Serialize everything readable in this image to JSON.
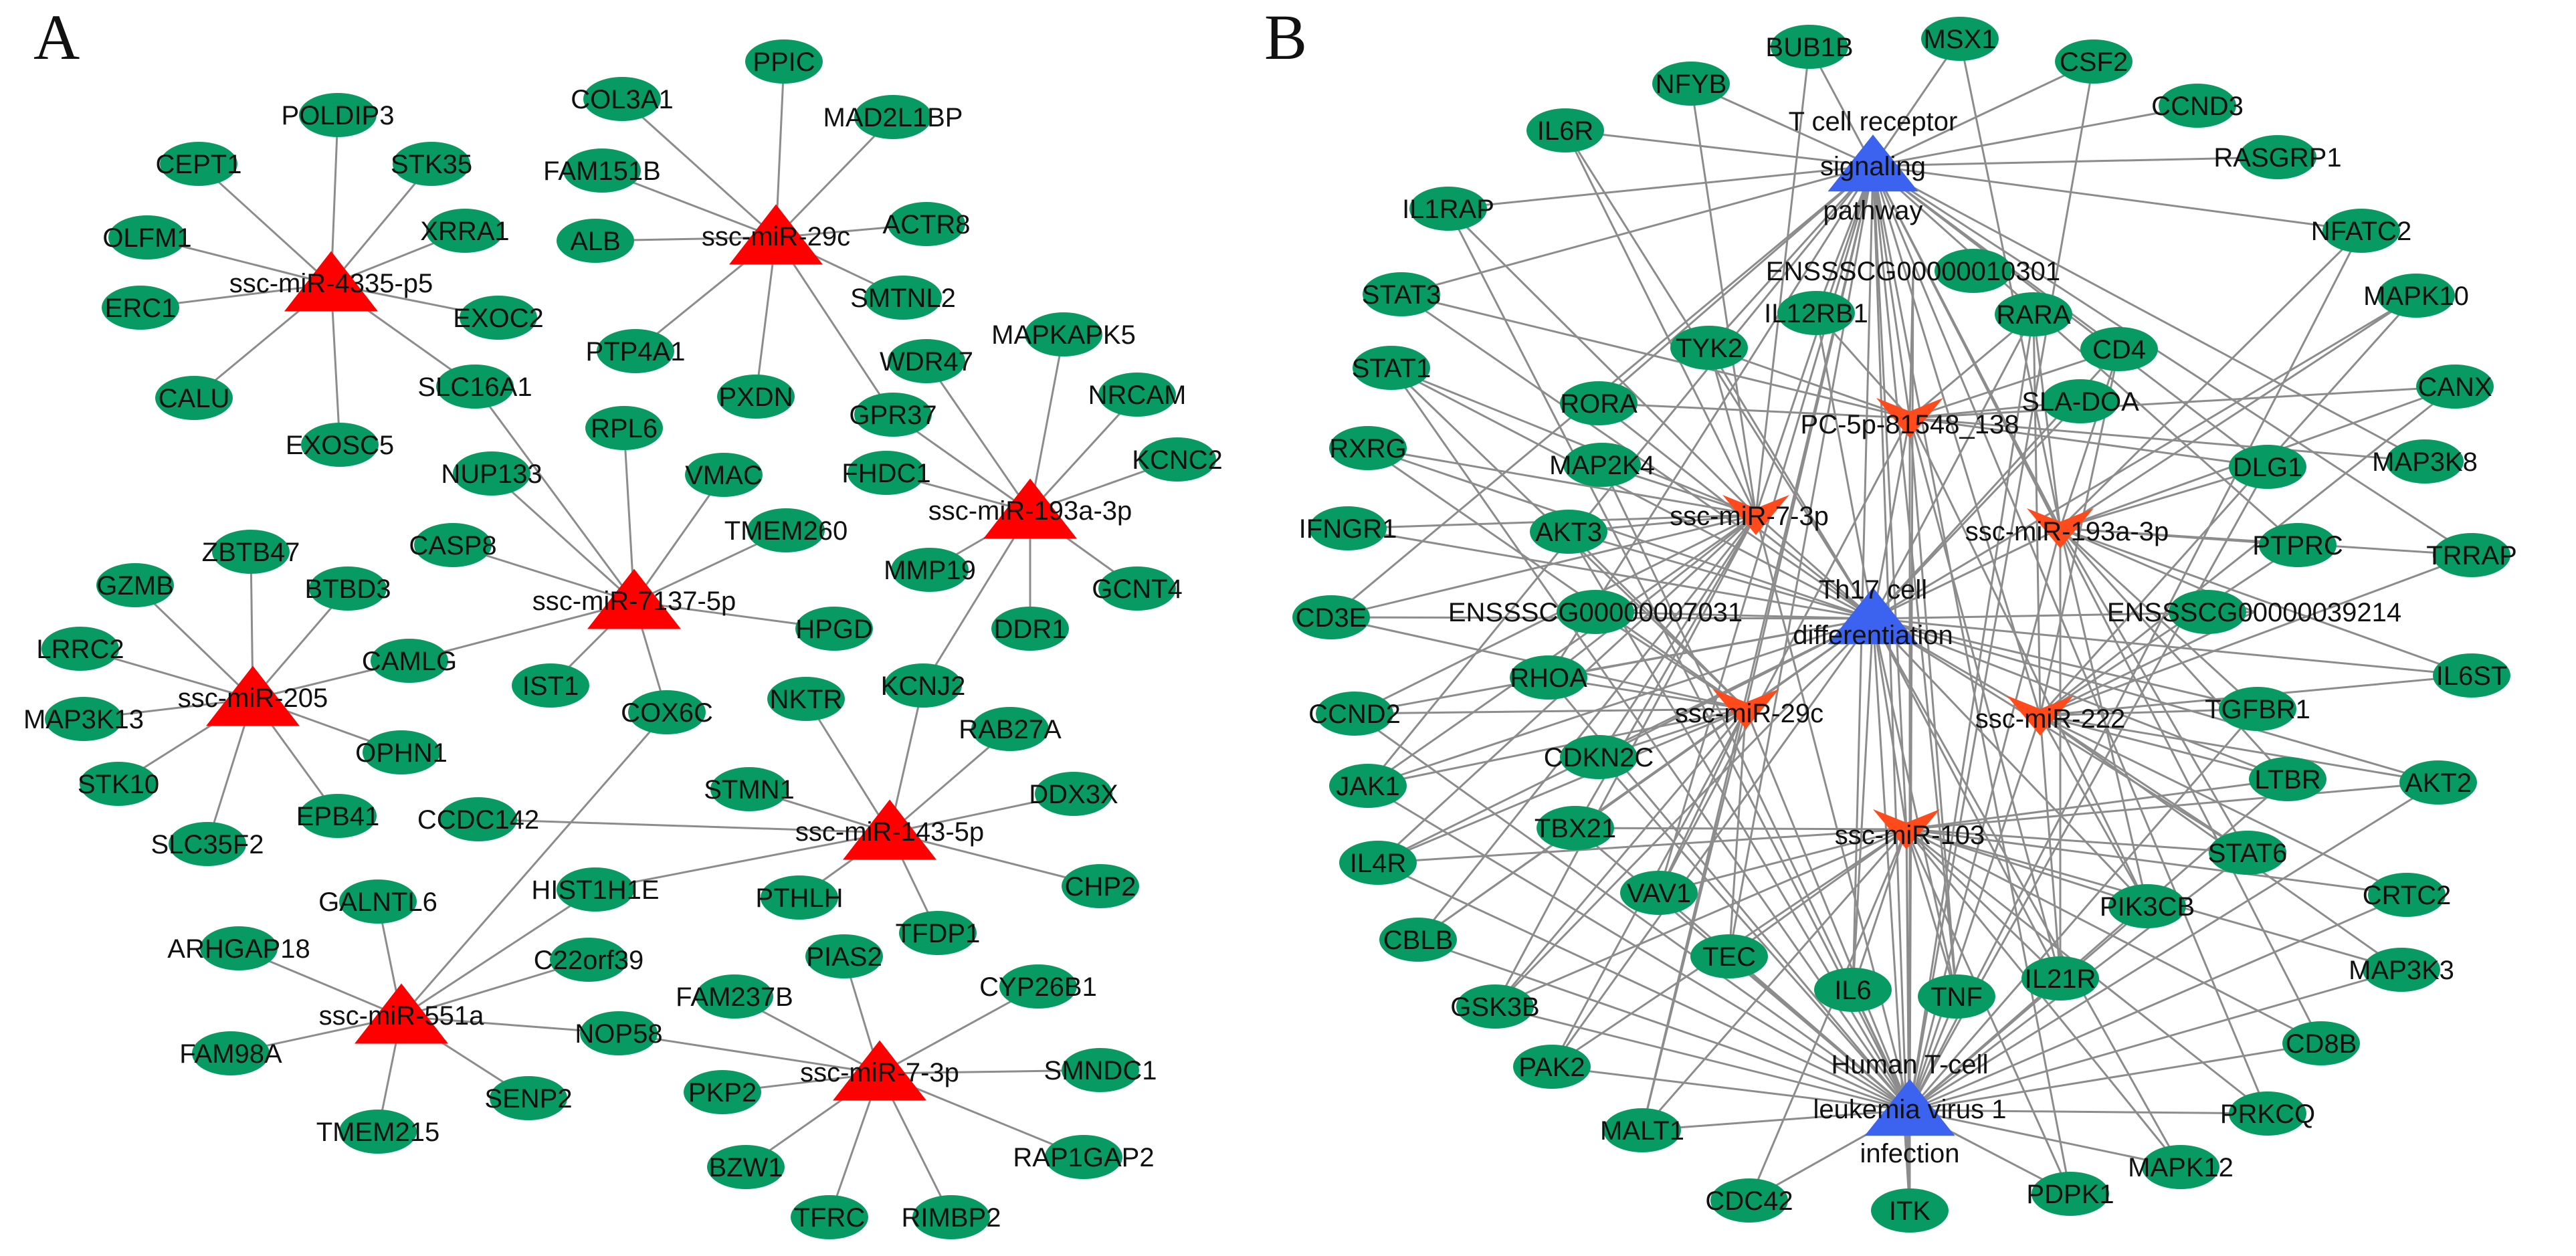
{
  "colors": {
    "gene_node": "#079b63",
    "mirna_triangle_panel_a": "#ff0000",
    "mirna_vshape_panel_b": "#ff4a1c",
    "pathway_triangle": "#3b63f0",
    "edge": "#8c8c8c"
  },
  "panels": [
    {
      "letter": "A",
      "mirnas": [
        {
          "id": "m4335",
          "label": "ssc-miR-4335-p5",
          "targets": [
            "POLDIP3",
            "STK35",
            "XRRA1",
            "EXOC2",
            "EXOSC5",
            "CALU",
            "ERC1",
            "OLFM1",
            "CEPT1",
            "SLC16A1"
          ]
        },
        {
          "id": "m29c",
          "label": "ssc-miR-29c",
          "targets": [
            "PPIC",
            "MAD2L1BP",
            "ACTR8",
            "SMTNL2",
            "GPR37",
            "PXDN",
            "PTP4A1",
            "ALB",
            "FAM151B",
            "COL3A1"
          ]
        },
        {
          "id": "m193a",
          "label": "ssc-miR-193a-3p",
          "targets": [
            "MAPKAPK5",
            "NRCAM",
            "KCNC2",
            "GCNT4",
            "DDR1",
            "MMP19",
            "FHDC1",
            "WDR47",
            "KCNJ2",
            "GPR37"
          ]
        },
        {
          "id": "m7137",
          "label": "ssc-miR-7137-5p",
          "targets": [
            "RPL6",
            "VMAC",
            "TMEM260",
            "HPGD",
            "IST1",
            "COX6C",
            "CAMLG",
            "CASP8",
            "NUP133",
            "SLC16A1"
          ]
        },
        {
          "id": "m205",
          "label": "ssc-miR-205",
          "targets": [
            "ZBTB47",
            "BTBD3",
            "CAMLG",
            "OPHN1",
            "EPB41",
            "SLC35F2",
            "STK10",
            "MAP3K13",
            "LRRC2",
            "GZMB"
          ]
        },
        {
          "id": "m143",
          "label": "ssc-miR-143-5p",
          "targets": [
            "NKTR",
            "RAB27A",
            "DDX3X",
            "CHP2",
            "TFDP1",
            "PTHLH",
            "STMN1",
            "CCDC142",
            "HIST1H1E",
            "KCNJ2"
          ]
        },
        {
          "id": "m551a",
          "label": "ssc-miR-551a",
          "targets": [
            "GALNTL6",
            "C22orf39",
            "NOP58",
            "SENP2",
            "TMEM215",
            "FAM98A",
            "ARHGAP18",
            "COX6C",
            "HIST1H1E"
          ]
        },
        {
          "id": "m73p",
          "label": "ssc-miR-7-3p",
          "targets": [
            "PIAS2",
            "CYP26B1",
            "SMNDC1",
            "RAP1GAP2",
            "RIMBP2",
            "TFRC",
            "BZW1",
            "PKP2",
            "FAM237B",
            "NOP58"
          ]
        }
      ],
      "genes": [
        "POLDIP3",
        "CEPT1",
        "STK35",
        "OLFM1",
        "XRRA1",
        "ERC1",
        "EXOC2",
        "CALU",
        "EXOSC5",
        "PPIC",
        "COL3A1",
        "MAD2L1BP",
        "FAM151B",
        "ALB",
        "ACTR8",
        "SMTNL2",
        "PTP4A1",
        "PXDN",
        "SLC16A1",
        "WDR47",
        "MAPKAPK5",
        "GPR37",
        "NRCAM",
        "KCNC2",
        "FHDC1",
        "RPL6",
        "NUP133",
        "VMAC",
        "CASP8",
        "TMEM260",
        "ZBTB47",
        "GZMB",
        "BTBD3",
        "MMP19",
        "GCNT4",
        "LRRC2",
        "HPGD",
        "DDR1",
        "CAMLG",
        "MAP3K13",
        "IST1",
        "KCNJ2",
        "COX6C",
        "NKTR",
        "RAB27A",
        "OPHN1",
        "STK10",
        "EPB41",
        "STMN1",
        "DDX3X",
        "CCDC142",
        "SLC35F2",
        "HIST1H1E",
        "PTHLH",
        "CHP2",
        "GALNTL6",
        "TFDP1",
        "ARHGAP18",
        "C22orf39",
        "PIAS2",
        "CYP26B1",
        "FAM237B",
        "NOP58",
        "FAM98A",
        "SENP2",
        "PKP2",
        "SMNDC1",
        "TMEM215",
        "BZW1",
        "RAP1GAP2",
        "TFRC",
        "RIMBP2"
      ]
    },
    {
      "letter": "B",
      "pathways": [
        {
          "id": "tcr",
          "label_lines": [
            "T cell receptor",
            "signaling",
            "pathway"
          ]
        },
        {
          "id": "th17",
          "label_lines": [
            "Th17 cell",
            "differentiation"
          ]
        },
        {
          "id": "htlv",
          "label_lines": [
            "Human T-cell",
            "leukemia virus 1",
            "infection"
          ]
        }
      ],
      "mirnas": [
        {
          "id": "b_pc5p",
          "label": "PC-5p-81548_138"
        },
        {
          "id": "b_m73p",
          "label": "ssc-miR-7-3p"
        },
        {
          "id": "b_m193a",
          "label": "ssc-miR-193a-3p"
        },
        {
          "id": "b_m29c",
          "label": "ssc-miR-29c"
        },
        {
          "id": "b_m222",
          "label": "ssc-miR-222"
        },
        {
          "id": "b_m103",
          "label": "ssc-miR-103"
        }
      ],
      "genes": [
        "BUB1B",
        "MSX1",
        "NFYB",
        "CSF2",
        "CCND3",
        "IL6R",
        "RASGRP1",
        "IL1RAP",
        "NFATC2",
        "ENSSSCG00000010301",
        "STAT3",
        "IL12RB1",
        "MAPK10",
        "TYK2",
        "RARA",
        "STAT1",
        "CD4",
        "CANX",
        "RORA",
        "SLA-DOA",
        "RXRG",
        "MAP2K4",
        "MAP3K8",
        "DLG1",
        "IFNGR1",
        "AKT3",
        "PTPRC",
        "TRRAP",
        "CD3E",
        "ENSSSCG00000007031",
        "ENSSSCG00000039214",
        "RHOA",
        "IL6ST",
        "CCND2",
        "TGFBR1",
        "CDKN2C",
        "JAK1",
        "LTBR",
        "AKT2",
        "TBX21",
        "IL4R",
        "STAT6",
        "VAV1",
        "CRTC2",
        "CBLB",
        "PIK3CB",
        "TEC",
        "GSK3B",
        "IL6",
        "TNF",
        "IL21R",
        "MAP3K3",
        "CD8B",
        "PAK2",
        "PRKCQ",
        "MALT1",
        "MAPK12",
        "CDC42",
        "PDPK1",
        "ITK"
      ]
    }
  ]
}
